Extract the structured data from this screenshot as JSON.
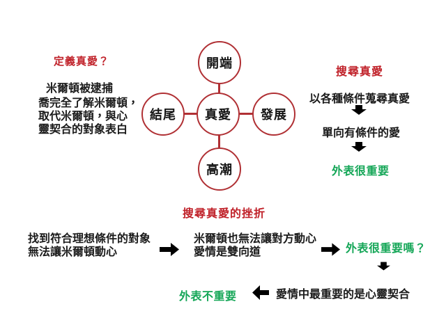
{
  "colors": {
    "accent_red": "#c02129",
    "circle_border_red": "#b03034",
    "conclusion_green": "#14a657",
    "body_text": "#1a1a1a",
    "arrow_black": "#000000"
  },
  "left_panel": {
    "title": "定義真愛？",
    "subtitle": "米爾頓被逮捕",
    "paragraph_lines": {
      "0": "喬完全了解米爾頓，",
      "1": "取代米爾頓，與心",
      "2": "靈契合的對象表白"
    }
  },
  "story_diagram": {
    "top": "開端",
    "left": "結尾",
    "center": "真愛",
    "right": "發展",
    "bottom": "高潮"
  },
  "right_panel": {
    "title": "搜尋真愛",
    "step1": "以各種條件蒐尋真愛",
    "step2": "單向有條件的愛",
    "conclusion": "外表很重要"
  },
  "bottom_panel": {
    "title": "搜尋真愛的挫折",
    "step1_lines": {
      "0": "找到符合理想條件的對象",
      "1": "無法讓米爾頓動心"
    },
    "step2_lines": {
      "0": "米爾頓也無法讓對方動心",
      "1": "愛情是雙向道"
    },
    "question": "外表很重要嗎？",
    "insight": "愛情中最重要的是心靈契合",
    "conclusion": "外表不重要"
  },
  "icons": {
    "arrow_down": "⬇",
    "arrow_right": "➡",
    "arrow_left": "⬅"
  }
}
